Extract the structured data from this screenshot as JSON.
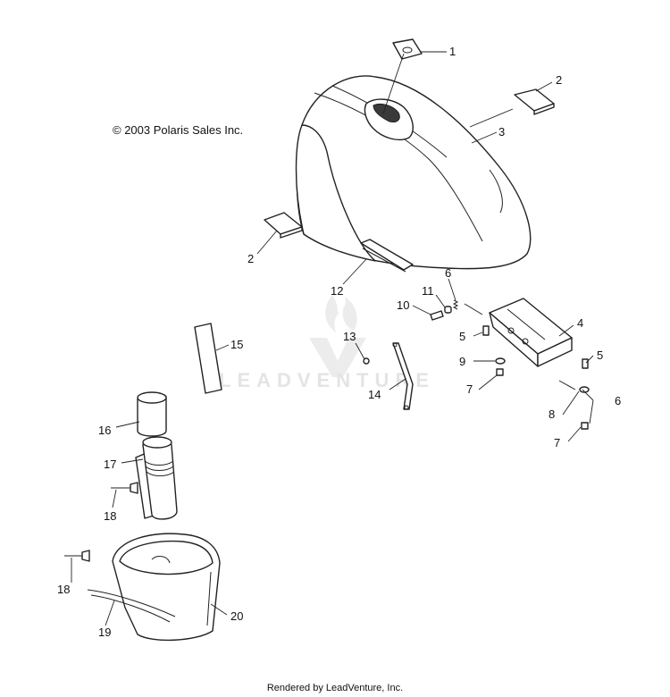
{
  "copyright": "© 2003 Polaris Sales Inc.",
  "watermark": "LEADVENTURE",
  "footer": "Rendered by LeadVenture, Inc.",
  "callouts": [
    {
      "id": "c1",
      "label": "1"
    },
    {
      "id": "c2a",
      "label": "2"
    },
    {
      "id": "c2b",
      "label": "2"
    },
    {
      "id": "c3",
      "label": "3"
    },
    {
      "id": "c4",
      "label": "4"
    },
    {
      "id": "c5a",
      "label": "5"
    },
    {
      "id": "c5b",
      "label": "5"
    },
    {
      "id": "c6a",
      "label": "6"
    },
    {
      "id": "c6b",
      "label": "6"
    },
    {
      "id": "c7a",
      "label": "7"
    },
    {
      "id": "c7b",
      "label": "7"
    },
    {
      "id": "c8",
      "label": "8"
    },
    {
      "id": "c9",
      "label": "9"
    },
    {
      "id": "c10",
      "label": "10"
    },
    {
      "id": "c11",
      "label": "11"
    },
    {
      "id": "c12",
      "label": "12"
    },
    {
      "id": "c13",
      "label": "13"
    },
    {
      "id": "c14",
      "label": "14"
    },
    {
      "id": "c15",
      "label": "15"
    },
    {
      "id": "c16",
      "label": "16"
    },
    {
      "id": "c17",
      "label": "17"
    },
    {
      "id": "c18a",
      "label": "18"
    },
    {
      "id": "c18b",
      "label": "18"
    },
    {
      "id": "c19",
      "label": "19"
    },
    {
      "id": "c20",
      "label": "20"
    }
  ]
}
